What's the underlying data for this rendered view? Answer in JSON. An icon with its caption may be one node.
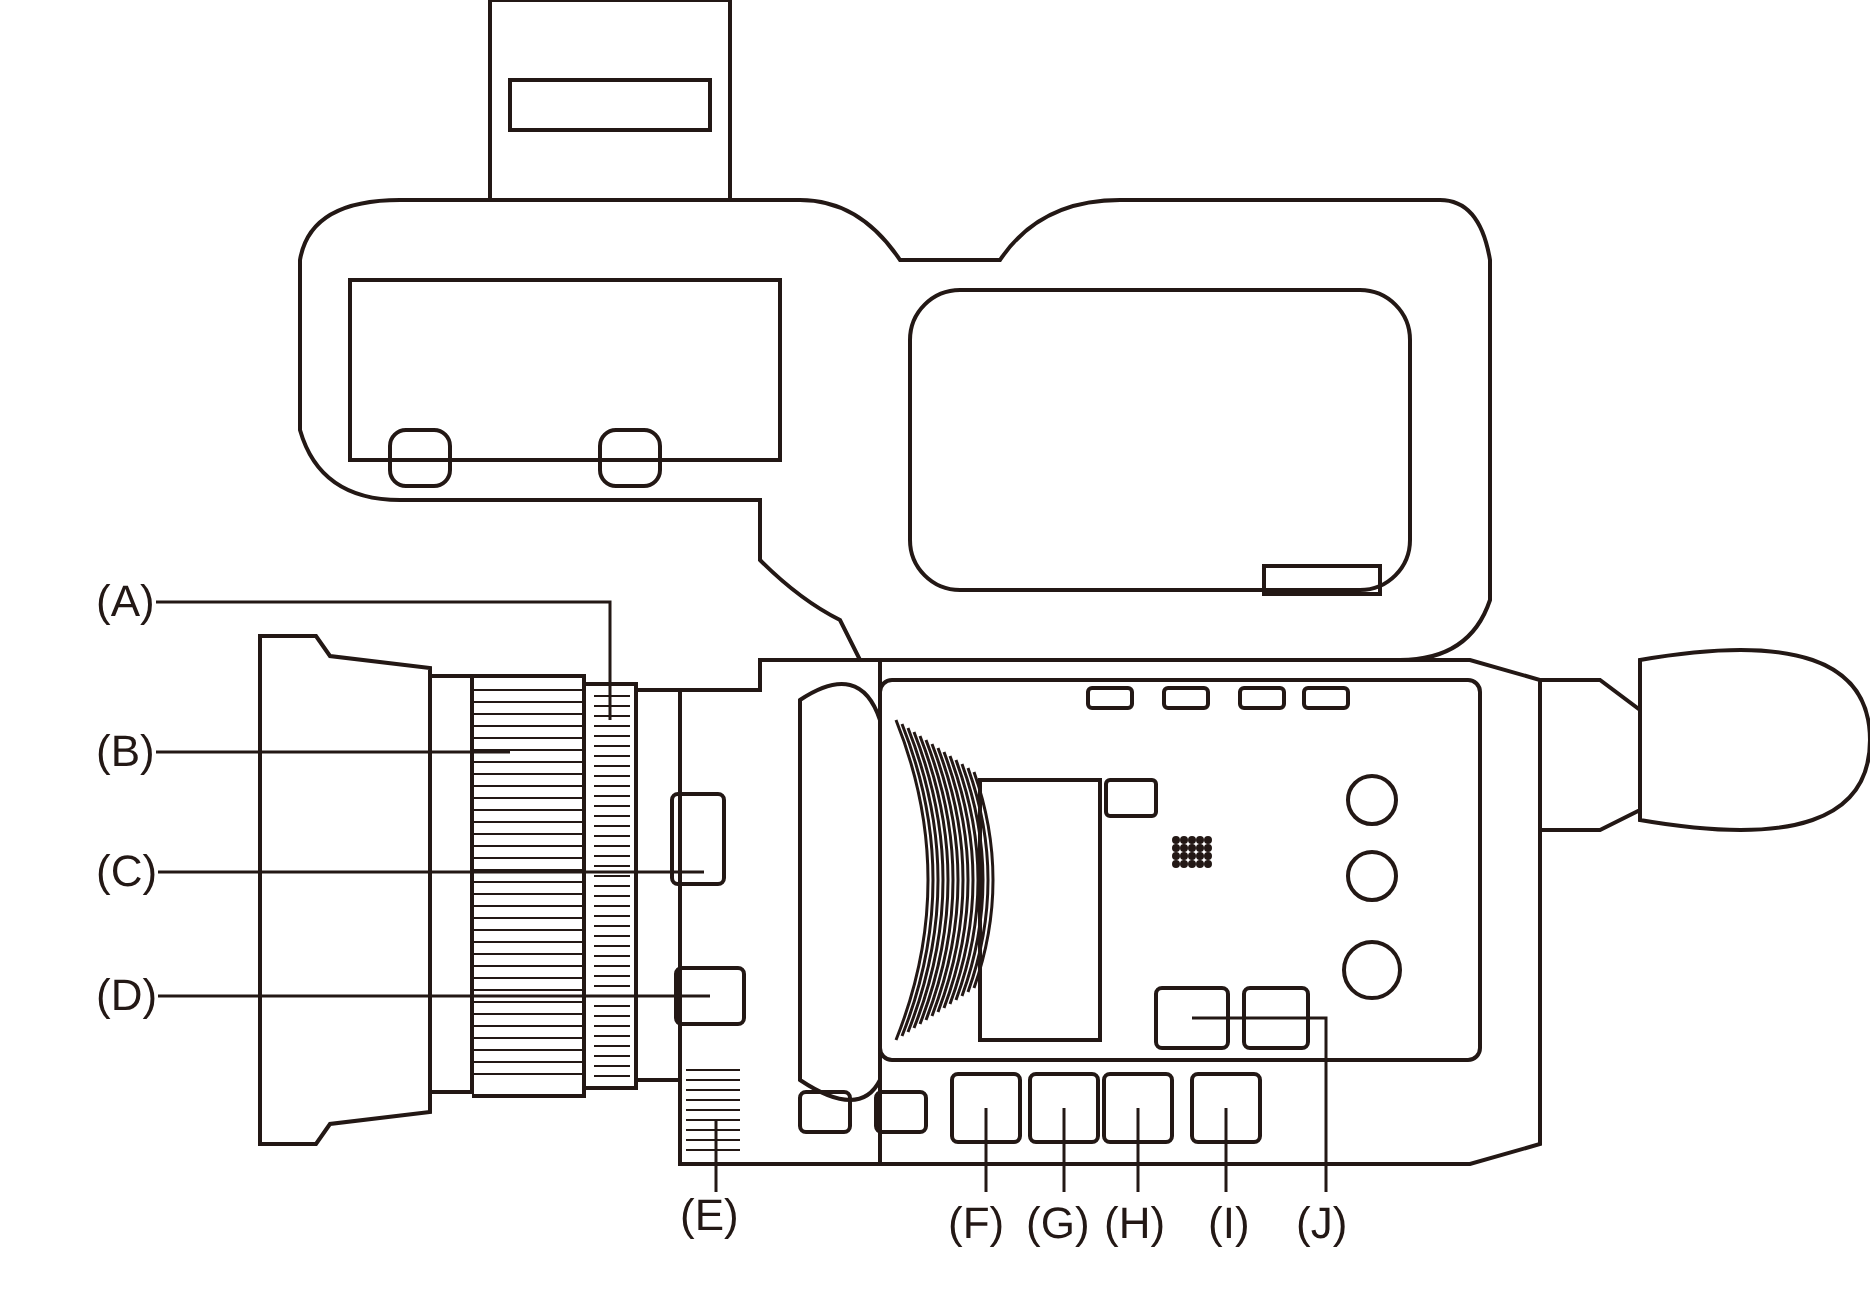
{
  "diagram": {
    "nodes": [
      {
        "text": [
          "(A)"
        ]
      },
      {
        "text": [
          "(B)"
        ]
      },
      {
        "text": [
          "(C)"
        ]
      },
      {
        "text": [
          "(D)"
        ]
      },
      {
        "text": [
          "(E)"
        ]
      },
      {
        "text": [
          "(F)"
        ]
      },
      {
        "text": [
          "(G)"
        ]
      },
      {
        "text": [
          "(H)"
        ]
      },
      {
        "text": [
          "(I)"
        ]
      },
      {
        "text": [
          "(J)"
        ]
      }
    ],
    "edges": [
      {
        "from": 0,
        "to": null,
        "arrow": "none"
      },
      {
        "from": 1,
        "to": null,
        "arrow": "none"
      },
      {
        "from": 2,
        "to": null,
        "arrow": "none"
      },
      {
        "from": 3,
        "to": null,
        "arrow": "none"
      },
      {
        "from": 4,
        "to": null,
        "arrow": "none"
      },
      {
        "from": 5,
        "to": null,
        "arrow": "none"
      },
      {
        "from": 6,
        "to": null,
        "arrow": "none"
      },
      {
        "from": 7,
        "to": null,
        "arrow": "none"
      },
      {
        "from": 8,
        "to": null,
        "arrow": "none"
      },
      {
        "from": 9,
        "to": null,
        "arrow": "none"
      }
    ]
  }
}
